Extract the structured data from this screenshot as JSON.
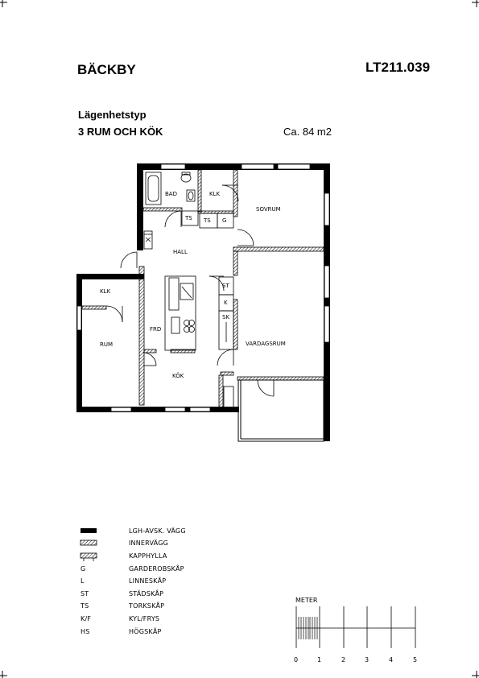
{
  "header": {
    "area_name": "BÄCKBY",
    "plan_code": "LT211.039",
    "type_label": "Lägenhetstyp",
    "type_value": "3 RUM OCH KÖK",
    "size": "Ca. 84 m2"
  },
  "rooms": {
    "bad": "BAD",
    "klk_top": "KLK",
    "ts1": "TS",
    "ts2": "TS",
    "g": "G",
    "sovrum": "SOVRUM",
    "hall": "HALL",
    "klk_left": "KLK",
    "rum": "RUM",
    "frd": "FRD",
    "st": "ST",
    "k": "K",
    "sk": "SK",
    "vardagsrum": "VARDAGSRUM",
    "kok": "KÖK"
  },
  "legend": [
    {
      "code": "",
      "label": "LGH-AVSK. VÄGG"
    },
    {
      "code": "",
      "label": "INNERVÄGG"
    },
    {
      "code": "",
      "label": "KAPPHYLLA"
    },
    {
      "code": "G",
      "label": "GARDEROBSKÅP"
    },
    {
      "code": "L",
      "label": "LINNESKÅP"
    },
    {
      "code": "ST",
      "label": "STÄDSKÅP"
    },
    {
      "code": "TS",
      "label": "TORKSKÅP"
    },
    {
      "code": "K/F",
      "label": "KYL/FRYS"
    },
    {
      "code": "HS",
      "label": "HÖGSKÅP"
    }
  ],
  "scale": {
    "title": "METER",
    "ticks": [
      "0",
      "1",
      "2",
      "3",
      "4",
      "5"
    ]
  }
}
